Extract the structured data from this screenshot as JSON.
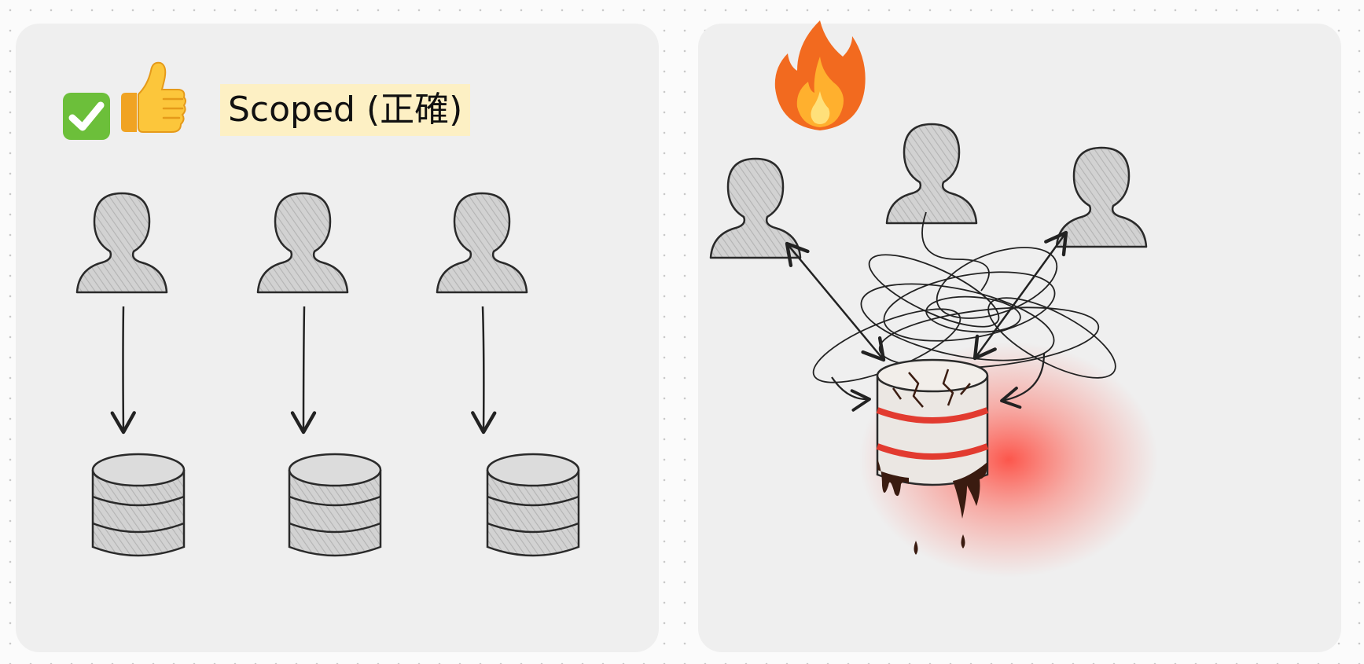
{
  "left_panel": {
    "title": "Scoped (正確)",
    "icons": [
      "check-mark-icon",
      "thumbs-up-icon"
    ],
    "users": 3,
    "databases": 3
  },
  "right_panel": {
    "icons": [
      "fire-icon"
    ],
    "users": 3,
    "databases": 1,
    "database_state": "cracked-overheating"
  },
  "colors": {
    "panel_bg": "#efefef",
    "highlight": "#fdf0c4",
    "stroke": "#2a2a2a",
    "danger_red": "#e53a2e"
  }
}
